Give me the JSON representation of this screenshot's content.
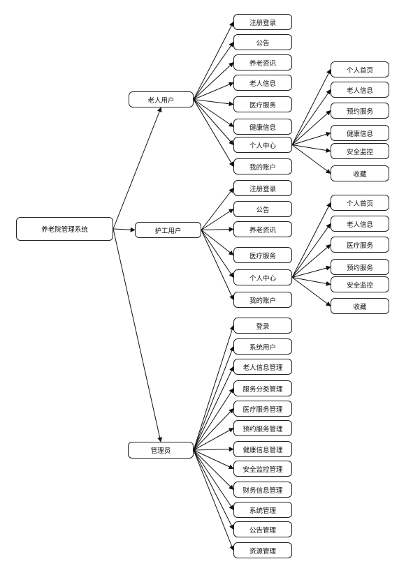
{
  "root": "养老院管理系统",
  "roles": {
    "elder": "老人用户",
    "nurse": "护工用户",
    "admin": "管理员"
  },
  "elder_items": [
    "注册登录",
    "公告",
    "养老资讯",
    "老人信息",
    "医疗服务",
    "健康信息",
    "个人中心",
    "我的账户"
  ],
  "elder_center": [
    "个人首页",
    "老人信息",
    "预约服务",
    "健康信息",
    "安全监控",
    "收藏"
  ],
  "nurse_items": [
    "注册登录",
    "公告",
    "养老资讯",
    "医疗服务",
    "个人中心",
    "我的账户"
  ],
  "nurse_center": [
    "个人首页",
    "老人信息",
    "医疗服务",
    "预约服务",
    "安全监控",
    "收藏"
  ],
  "admin_items": [
    "登录",
    "系统用户",
    "老人信息管理",
    "服务分类管理",
    "医疗服务管理",
    "预约服务管理",
    "健康信息管理",
    "安全监控管理",
    "财务信息管理",
    "系统管理",
    "公告管理",
    "资源管理"
  ]
}
